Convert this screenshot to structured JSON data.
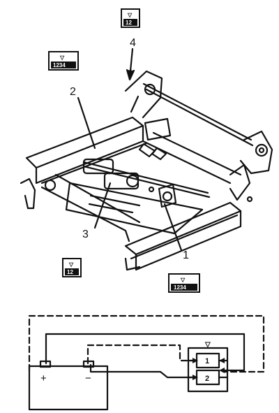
{
  "callouts": {
    "c1": "1",
    "c2": "2",
    "c3": "3",
    "c4": "4"
  },
  "icons": {
    "top_icon": {
      "glyph": "▽",
      "nums": "12"
    },
    "left_icon": {
      "glyph": "▽",
      "nums": "1234"
    },
    "mid_icon": {
      "glyph": "▽",
      "nums": "12"
    },
    "right_icon": {
      "glyph": "▽",
      "nums": "1234"
    }
  },
  "circuit": {
    "battery_plus": "+",
    "battery_minus": "−",
    "module_top": "1",
    "module_bottom": "2",
    "module_mark": "▽"
  }
}
